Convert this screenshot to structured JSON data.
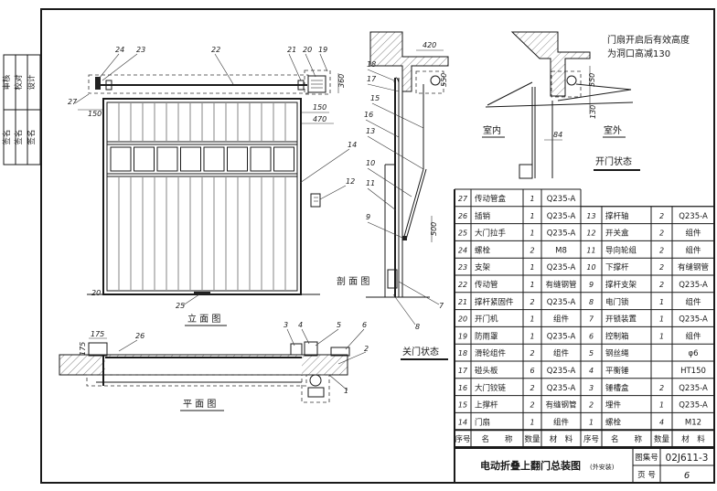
{
  "title_block": {
    "drawing_title": "电动折叠上翻门总装图",
    "drawing_title_note": "(外安装)",
    "atlas_no_label": "图集号",
    "atlas_no": "02J611-3",
    "page_label": "页 号",
    "page_no": "6"
  },
  "signoff": {
    "row1": [
      "审核",
      "校对",
      "设计"
    ],
    "row2": [
      "签名",
      "签名",
      "签名"
    ]
  },
  "views": {
    "elevation": "立 面 图",
    "plan": "平 面 图",
    "section": "剖 面 图",
    "closed_state": "关门状态",
    "open_state": "开门状态",
    "indoor": "室内",
    "outdoor": "室外",
    "open_note_line1": "门扇开启后有效高度",
    "open_note_line2": "为洞口高减130"
  },
  "dimensions": {
    "d360": "360",
    "d150a": "150",
    "d150b": "150",
    "d470": "470",
    "d420": "420",
    "d550": "550",
    "d500": "500",
    "d130": "130",
    "d84": "84",
    "d175a": "175",
    "d175b": "175",
    "d20": "20"
  },
  "callouts": [
    "1",
    "2",
    "3",
    "4",
    "5",
    "6",
    "7",
    "8",
    "9",
    "10",
    "11",
    "12",
    "13",
    "14",
    "15",
    "16",
    "17",
    "18",
    "19",
    "20",
    "21",
    "22",
    "23",
    "24",
    "25",
    "26",
    "27"
  ],
  "parts_table": {
    "headers": [
      "序号",
      "名　　称",
      "数量",
      "材　料"
    ],
    "left": [
      {
        "no": "27",
        "name": "传动管盒",
        "qty": "1",
        "material": "Q235-A"
      },
      {
        "no": "26",
        "name": "插销",
        "qty": "1",
        "material": "Q235-A"
      },
      {
        "no": "25",
        "name": "大门拉手",
        "qty": "1",
        "material": "Q235-A"
      },
      {
        "no": "24",
        "name": "螺栓",
        "qty": "2",
        "material": "M8"
      },
      {
        "no": "23",
        "name": "支架",
        "qty": "1",
        "material": "Q235-A"
      },
      {
        "no": "22",
        "name": "传动管",
        "qty": "1",
        "material": "有缝钢管"
      },
      {
        "no": "21",
        "name": "撑杆紧固件",
        "qty": "2",
        "material": "Q235-A"
      },
      {
        "no": "20",
        "name": "开门机",
        "qty": "1",
        "material": "组件"
      },
      {
        "no": "19",
        "name": "防雨罩",
        "qty": "1",
        "material": "Q235-A"
      },
      {
        "no": "18",
        "name": "滑轮组件",
        "qty": "2",
        "material": "组件"
      },
      {
        "no": "17",
        "name": "碰头板",
        "qty": "6",
        "material": "Q235-A"
      },
      {
        "no": "16",
        "name": "大门铰链",
        "qty": "2",
        "material": "Q235-A"
      },
      {
        "no": "15",
        "name": "上撑杆",
        "qty": "2",
        "material": "有缝钢管"
      },
      {
        "no": "14",
        "name": "门扇",
        "qty": "1",
        "material": "组件"
      }
    ],
    "right": [
      {
        "no": "13",
        "name": "撑杆轴",
        "qty": "2",
        "material": "Q235-A"
      },
      {
        "no": "12",
        "name": "开关盒",
        "qty": "2",
        "material": "组件"
      },
      {
        "no": "11",
        "name": "导向轮组",
        "qty": "2",
        "material": "组件"
      },
      {
        "no": "10",
        "name": "下撑杆",
        "qty": "2",
        "material": "有缝钢管"
      },
      {
        "no": "9",
        "name": "撑杆支架",
        "qty": "2",
        "material": "Q235-A"
      },
      {
        "no": "8",
        "name": "电门锁",
        "qty": "1",
        "material": "组件"
      },
      {
        "no": "7",
        "name": "开锁装置",
        "qty": "1",
        "material": "Q235-A"
      },
      {
        "no": "6",
        "name": "控制箱",
        "qty": "1",
        "material": "组件"
      },
      {
        "no": "5",
        "name": "钢丝绳",
        "qty": "",
        "material": "φ6"
      },
      {
        "no": "4",
        "name": "平衡锤",
        "qty": "",
        "material": "HT150"
      },
      {
        "no": "3",
        "name": "锤槽盒",
        "qty": "2",
        "material": "Q235-A"
      },
      {
        "no": "2",
        "name": "埋件",
        "qty": "1",
        "material": "Q235-A"
      },
      {
        "no": "1",
        "name": "螺栓",
        "qty": "4",
        "material": "M12"
      }
    ]
  }
}
